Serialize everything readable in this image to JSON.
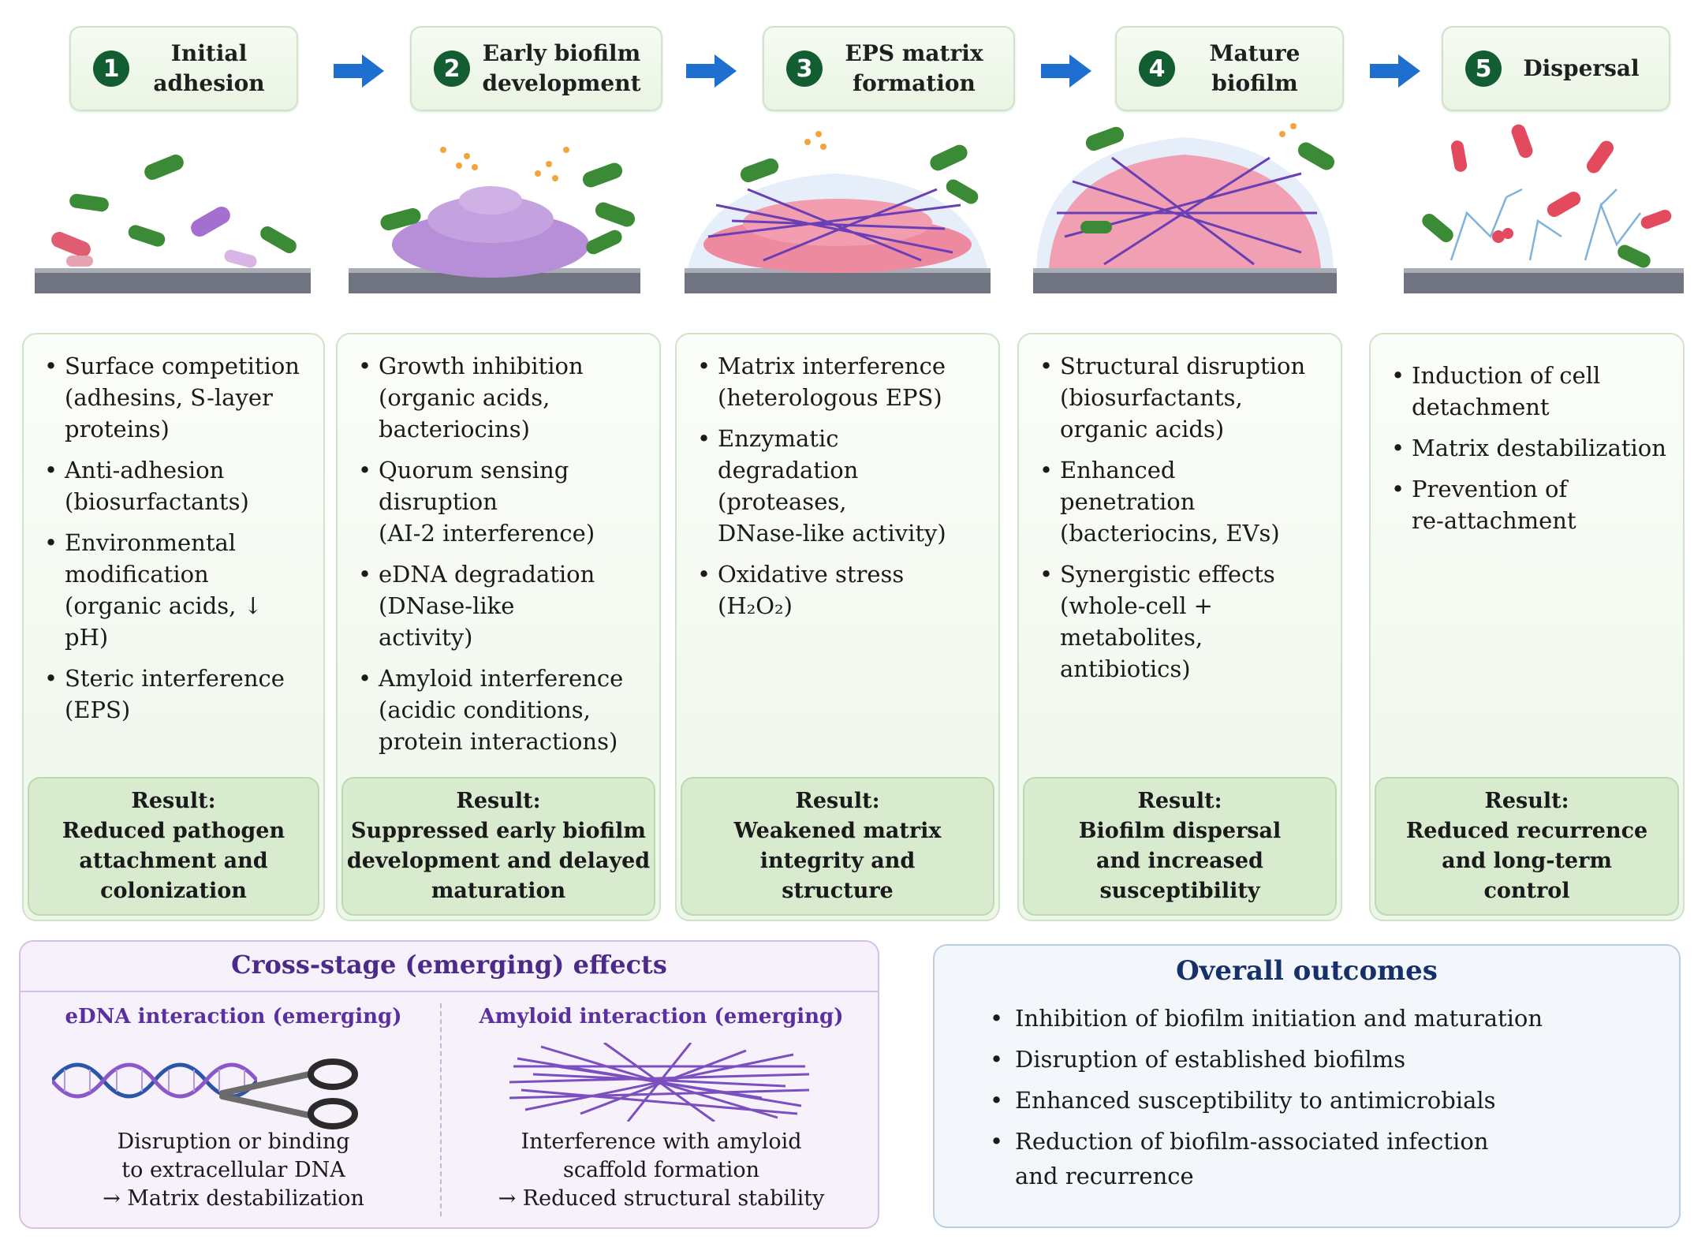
{
  "stages": [
    {
      "number": "1",
      "title": "Initial\nadhesion",
      "mechanisms": [
        "Surface competition\n(adhesins, S-layer\nproteins)",
        "Anti-adhesion\n(biosurfactants)",
        "Environmental\nmodification\n(organic acids, ↓ pH)",
        "Steric interference\n(EPS)"
      ],
      "result_label": "Result:",
      "result_lines": [
        "Reduced pathogen",
        "attachment and",
        "colonization"
      ]
    },
    {
      "number": "2",
      "title": "Early biofilm\ndevelopment",
      "mechanisms": [
        "Growth inhibition\n(organic acids,\nbacteriocins)",
        "Quorum sensing\ndisruption\n(AI-2 interference)",
        "eDNA degradation\n(DNase-like\nactivity)",
        "Amyloid interference\n(acidic conditions,\nprotein interactions)"
      ],
      "result_label": "Result:",
      "result_lines": [
        "Suppressed early biofilm",
        "development and delayed",
        "maturation"
      ]
    },
    {
      "number": "3",
      "title": "EPS matrix\nformation",
      "mechanisms": [
        "Matrix interference\n(heterologous EPS)",
        "Enzymatic\ndegradation\n(proteases,\nDNase-like activity)",
        "Oxidative stress\n(H₂O₂)"
      ],
      "result_label": "Result:",
      "result_lines": [
        "Weakened matrix",
        "integrity and",
        "structure"
      ]
    },
    {
      "number": "4",
      "title": "Mature\nbiofilm",
      "mechanisms": [
        "Structural disruption\n(biosurfactants,\norganic acids)",
        "Enhanced\npenetration\n(bacteriocins,  EVs)",
        "Synergistic effects\n(whole-cell +\nmetabolites,\nantibiotics)"
      ],
      "result_label": "Result:",
      "result_lines": [
        "Biofilm dispersal",
        "and increased",
        "susceptibility"
      ]
    },
    {
      "number": "5",
      "title": "Dispersal",
      "mechanisms": [
        "Induction of cell\ndetachment",
        "Matrix destabilization",
        "Prevention of\nre-attachment"
      ],
      "result_label": "Result:",
      "result_lines": [
        "Reduced recurrence",
        "and long-term",
        "control"
      ]
    }
  ],
  "cross_stage": {
    "title": "Cross-stage (emerging) effects",
    "left": {
      "subtitle": "eDNA interaction (emerging)",
      "description": "Disruption or binding\nto extracellular DNA\n→ Matrix destabilization"
    },
    "right": {
      "subtitle": "Amyloid interaction (emerging)",
      "description": "Interference with amyloid\nscaffold formation\n→ Reduced structural stability"
    }
  },
  "overall": {
    "title": "Overall outcomes",
    "items": [
      "Inhibition of biofilm initiation and maturation",
      "Disruption of established biofilms",
      "Enhanced susceptibility to antimicrobials",
      "Reduction of biofilm-associated infection\nand recurrence"
    ]
  },
  "colors": {
    "stage_number_bg": "#135d33",
    "arrow": "#1f6fd1",
    "result_bg": "#d8ebcf",
    "cross_title": "#4b2a8a",
    "overall_title": "#16306a"
  },
  "icons": [
    "right-arrow-icon",
    "scissors-icon",
    "dna-helix-icon",
    "amyloid-fibril-icon",
    "bacterium-icon"
  ]
}
